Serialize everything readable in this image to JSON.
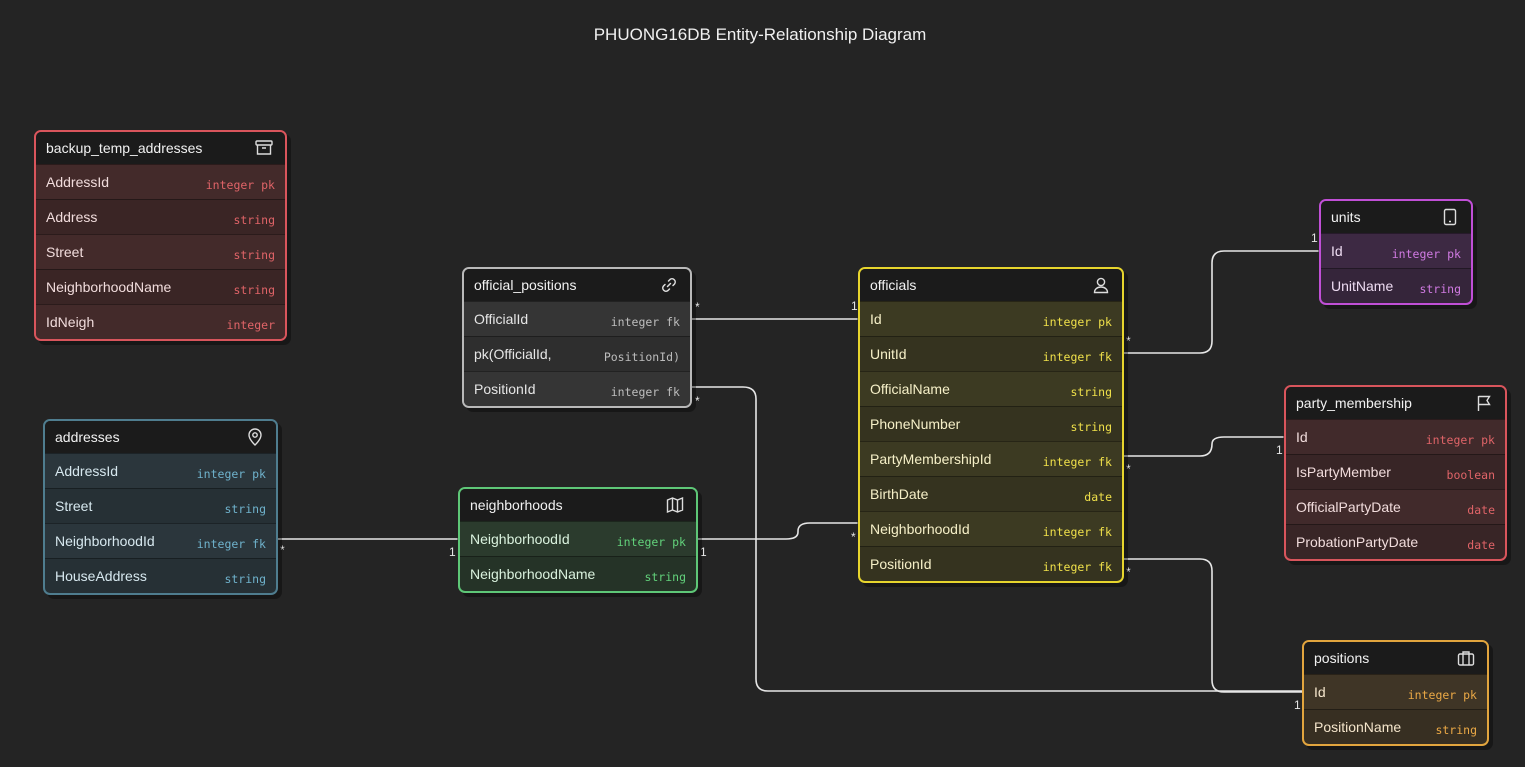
{
  "title": "PHUONG16DB Entity-Relationship Diagram",
  "colors": {
    "background": "#242424",
    "red": "#d9555c",
    "gray": "#b9b9b9",
    "yellow": "#e7d52d",
    "purple": "#c04fd6",
    "blue": "#4f7d8f",
    "green": "#5ec777",
    "orange": "#e2a53e",
    "edge": "#e6e6e6"
  },
  "entities": {
    "backup_temp_addresses": {
      "name": "backup_temp_addresses",
      "icon": "archive-icon",
      "fields": [
        {
          "name": "AddressId",
          "type": "integer pk"
        },
        {
          "name": "Address",
          "type": "string"
        },
        {
          "name": "Street",
          "type": "string"
        },
        {
          "name": "NeighborhoodName",
          "type": "string"
        },
        {
          "name": "IdNeigh",
          "type": "integer"
        }
      ]
    },
    "official_positions": {
      "name": "official_positions",
      "icon": "link-icon",
      "fields": [
        {
          "name": "OfficialId",
          "type": "integer fk"
        },
        {
          "name": "pk(OfficialId,",
          "type": "PositionId)"
        },
        {
          "name": "PositionId",
          "type": "integer fk"
        }
      ]
    },
    "officials": {
      "name": "officials",
      "icon": "user-icon",
      "fields": [
        {
          "name": "Id",
          "type": "integer pk"
        },
        {
          "name": "UnitId",
          "type": "integer fk"
        },
        {
          "name": "OfficialName",
          "type": "string"
        },
        {
          "name": "PhoneNumber",
          "type": "string"
        },
        {
          "name": "PartyMembershipId",
          "type": "integer fk"
        },
        {
          "name": "BirthDate",
          "type": "date"
        },
        {
          "name": "NeighborhoodId",
          "type": "integer fk"
        },
        {
          "name": "PositionId",
          "type": "integer fk"
        }
      ]
    },
    "units": {
      "name": "units",
      "icon": "tablet-icon",
      "fields": [
        {
          "name": "Id",
          "type": "integer pk"
        },
        {
          "name": "UnitName",
          "type": "string"
        }
      ]
    },
    "party_membership": {
      "name": "party_membership",
      "icon": "flag-icon",
      "fields": [
        {
          "name": "Id",
          "type": "integer pk"
        },
        {
          "name": "IsPartyMember",
          "type": "boolean"
        },
        {
          "name": "OfficialPartyDate",
          "type": "date"
        },
        {
          "name": "ProbationPartyDate",
          "type": "date"
        }
      ]
    },
    "addresses": {
      "name": "addresses",
      "icon": "map-pin-icon",
      "fields": [
        {
          "name": "AddressId",
          "type": "integer pk"
        },
        {
          "name": "Street",
          "type": "string"
        },
        {
          "name": "NeighborhoodId",
          "type": "integer fk"
        },
        {
          "name": "HouseAddress",
          "type": "string"
        }
      ]
    },
    "neighborhoods": {
      "name": "neighborhoods",
      "icon": "map-icon",
      "fields": [
        {
          "name": "NeighborhoodId",
          "type": "integer pk"
        },
        {
          "name": "NeighborhoodName",
          "type": "string"
        }
      ]
    },
    "positions": {
      "name": "positions",
      "icon": "briefcase-icon",
      "fields": [
        {
          "name": "Id",
          "type": "integer pk"
        },
        {
          "name": "PositionName",
          "type": "string"
        }
      ]
    }
  },
  "cardinality": {
    "one": "1",
    "many": "*"
  }
}
